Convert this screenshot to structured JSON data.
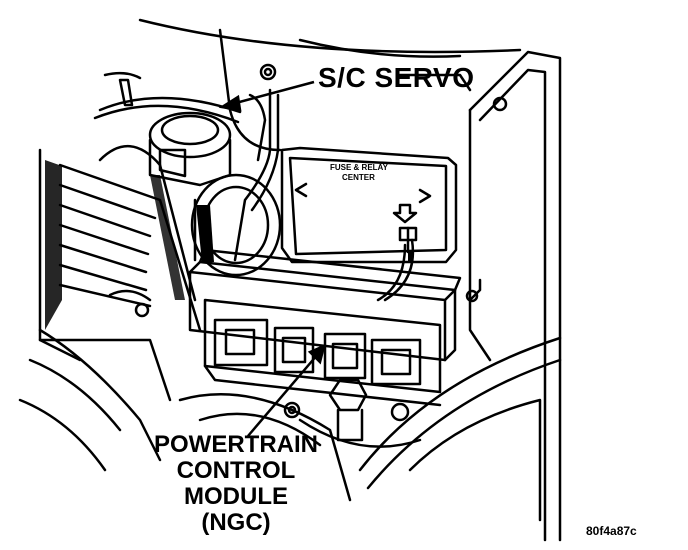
{
  "callouts": {
    "sc_servo": "S/C SERVO",
    "pcm_line1": "POWERTRAIN",
    "pcm_line2": "CONTROL",
    "pcm_line3": "MODULE",
    "pcm_line4": "(NGC)"
  },
  "fuse_box": {
    "title_line1": "FUSE & RELAY",
    "title_line2": "CENTER"
  },
  "figure_code": "80f4a87c",
  "colors": {
    "ink": "#000000",
    "paper": "#ffffff"
  }
}
